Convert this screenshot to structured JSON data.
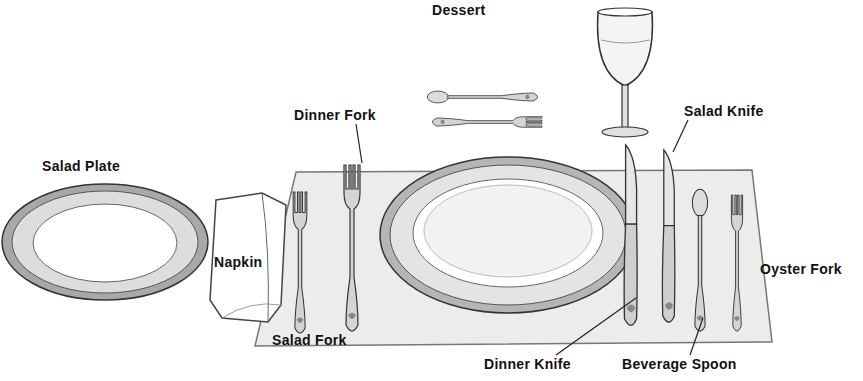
{
  "diagram": {
    "labels": [
      "Dessert",
      "Dinner Fork",
      "Salad Knife",
      "Salad Plate",
      "Napkin",
      "Oyster Fork",
      "Salad Fork",
      "Dinner Knife",
      "Beverage Spoon"
    ]
  }
}
